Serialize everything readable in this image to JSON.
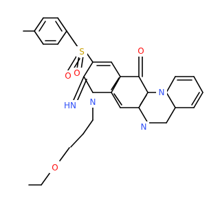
{
  "structure": {
    "atoms": {
      "oxygen_ketone": "O",
      "sulfonyl_sulfur": "S",
      "sulfonyl_oxygen_1": "O",
      "sulfonyl_oxygen_2": "O",
      "nitrogen_ring_a": "N",
      "nitrogen_ring_b": "N",
      "nitrogen_ring_c": "N",
      "imine": "HN",
      "ether_oxygen": "O"
    },
    "colors": {
      "bond": "#000000",
      "oxygen": "#ff0d0d",
      "nitrogen": "#3050f8",
      "sulfur": "#c8a000"
    }
  }
}
